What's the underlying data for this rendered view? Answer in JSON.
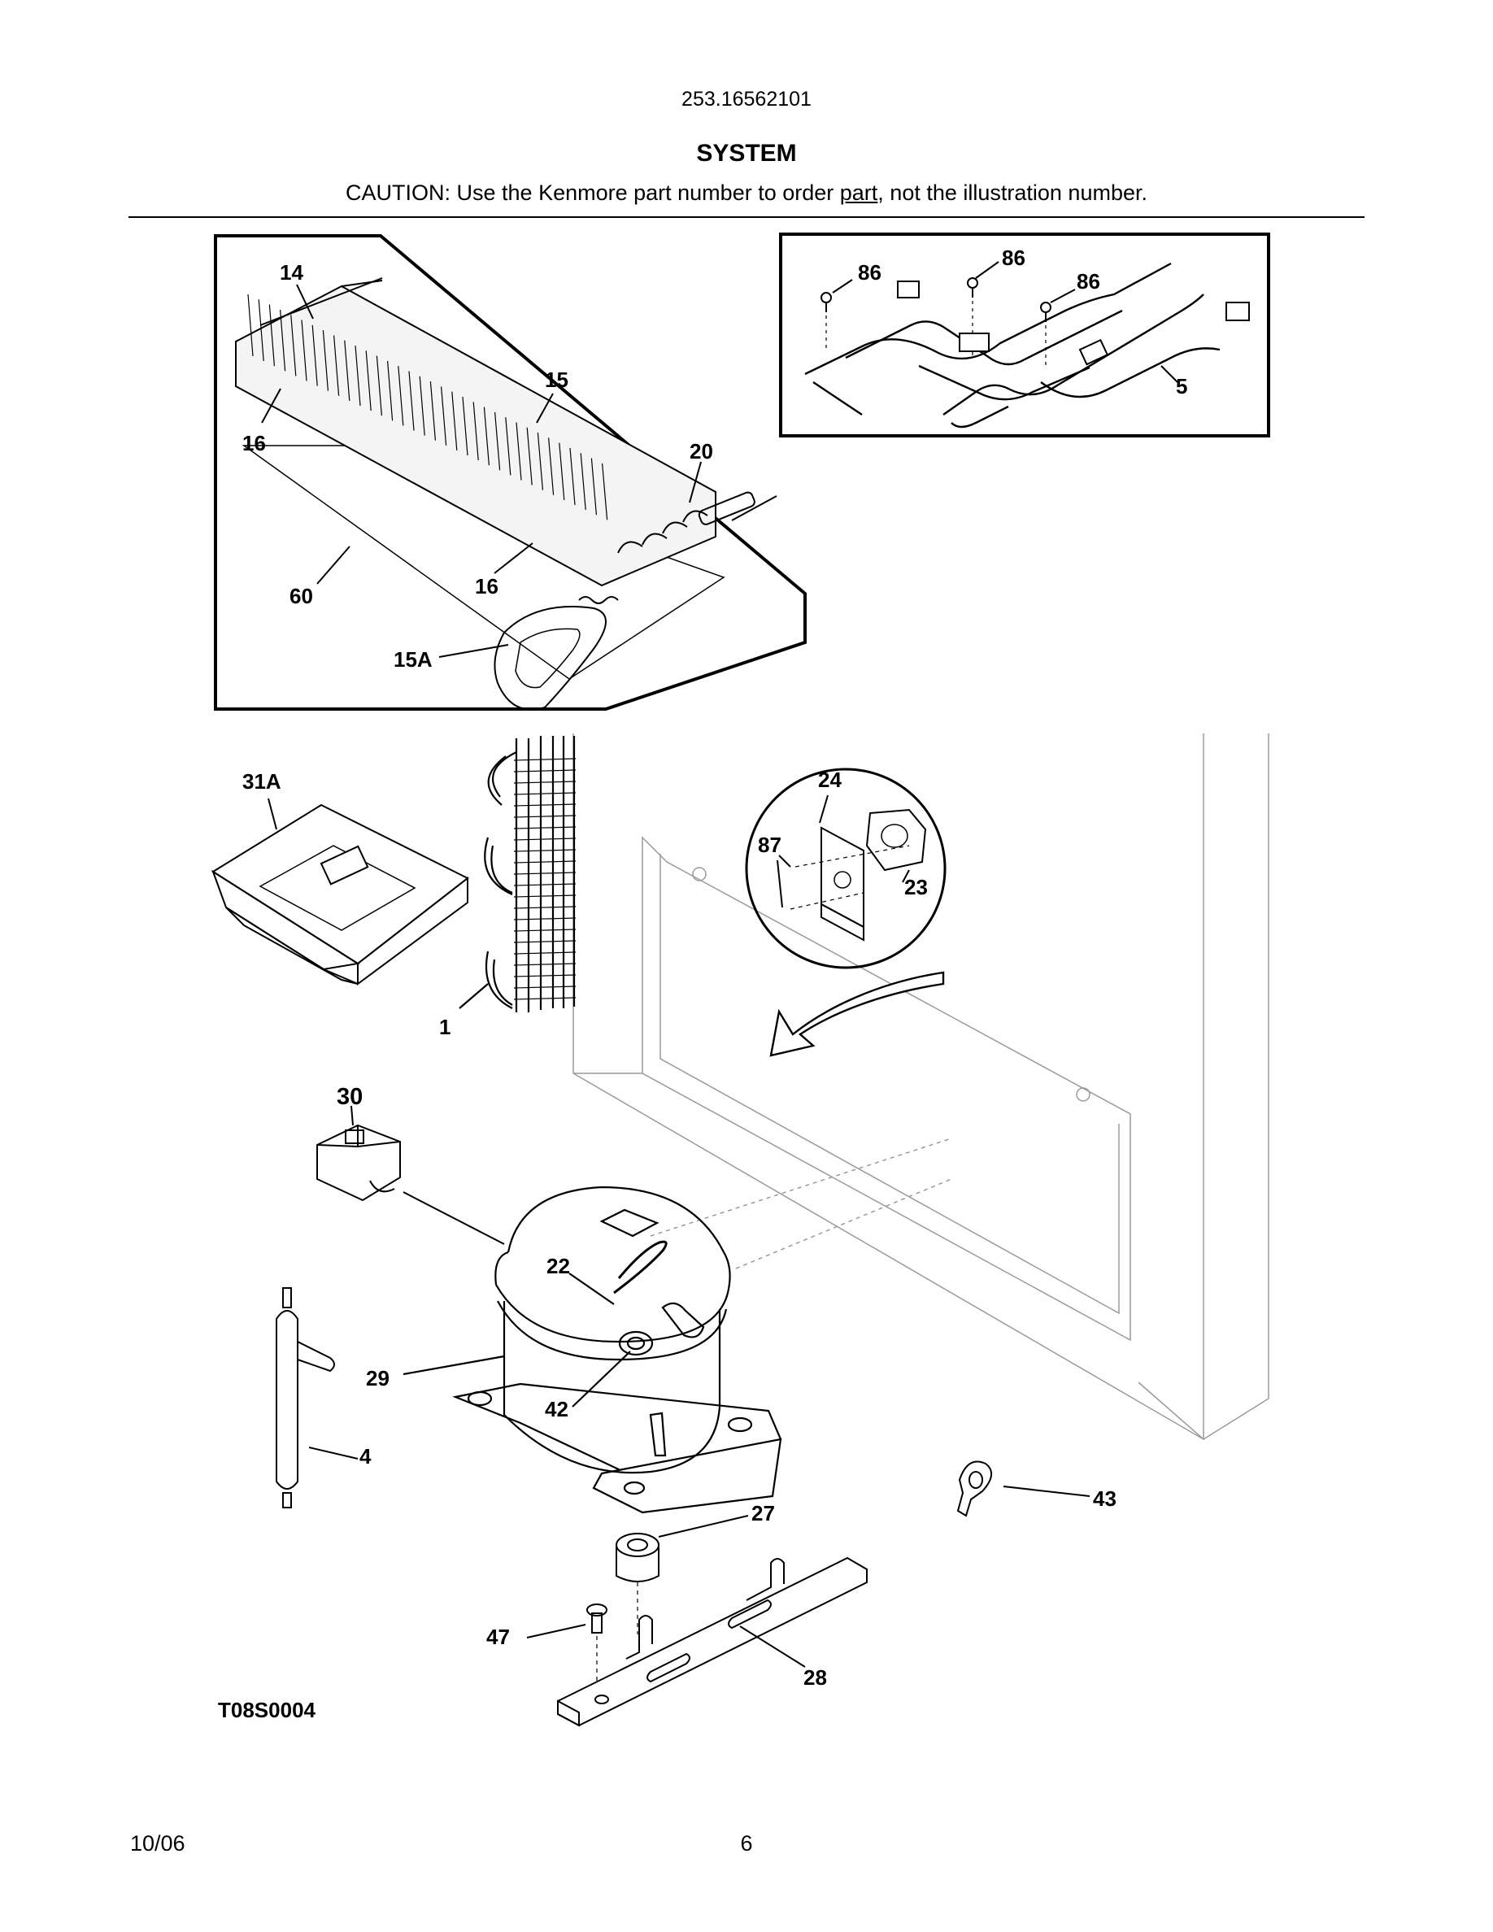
{
  "header": {
    "model": "253.16562101",
    "title": "SYSTEM",
    "caution_before": "CAUTION: Use the Kenmore part number to order ",
    "caution_link": "part",
    "caution_after": ", not the illustration number."
  },
  "callouts": {
    "c14": "14",
    "c15": "15",
    "c16a": "16",
    "c16b": "16",
    "c20": "20",
    "c60": "60",
    "c15A": "15A",
    "c86a": "86",
    "c86b": "86",
    "c86c": "86",
    "c5": "5",
    "c31A": "31A",
    "c1": "1",
    "c24": "24",
    "c87": "87",
    "c23": "23",
    "c30": "30",
    "c22": "22",
    "c29": "29",
    "c42": "42",
    "c4": "4",
    "c43": "43",
    "c27": "27",
    "c47": "47",
    "c28": "28"
  },
  "figure_code": "T08S0004",
  "footer": {
    "date": "10/06",
    "page": "6"
  }
}
